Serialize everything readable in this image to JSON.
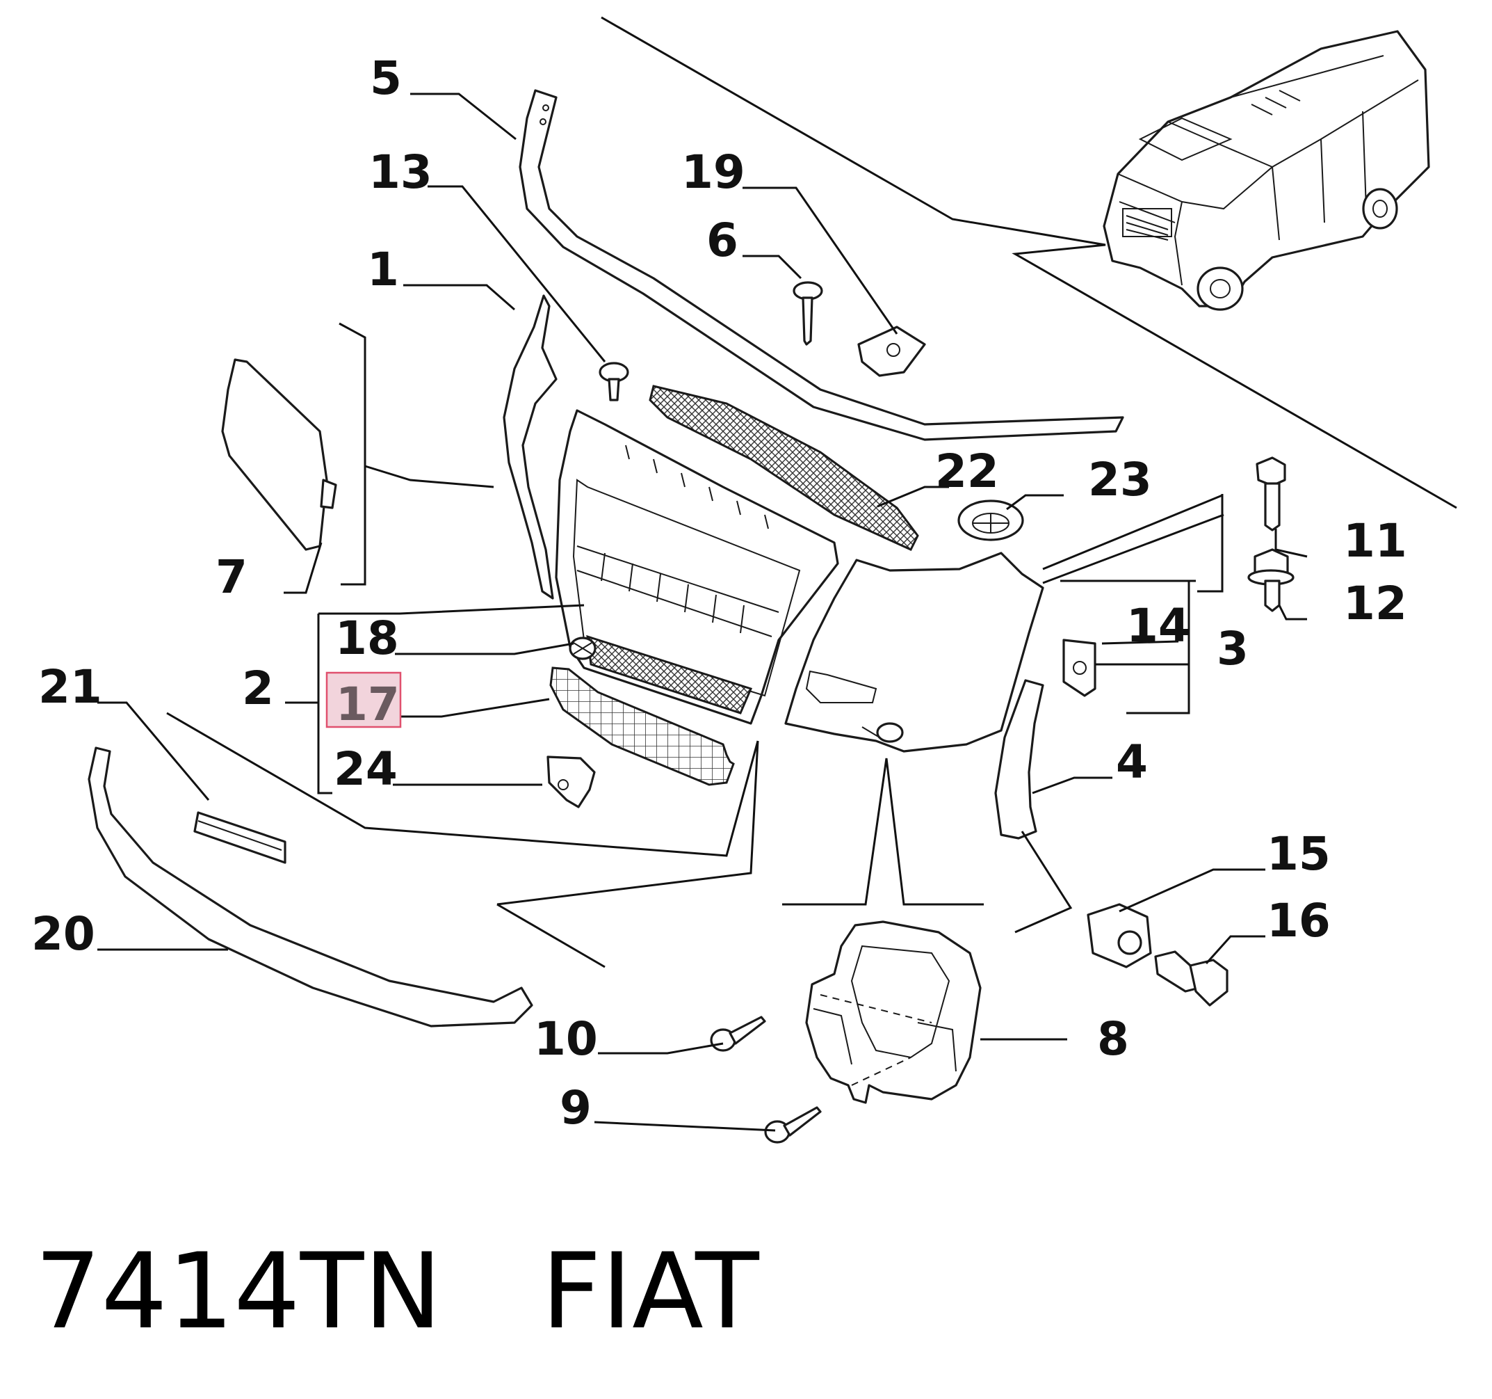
{
  "callouts": {
    "c1": "1",
    "c2": "2",
    "c3": "3",
    "c4": "4",
    "c5": "5",
    "c6": "6",
    "c7": "7",
    "c8": "8",
    "c9": "9",
    "c10": "10",
    "c11": "11",
    "c12": "12",
    "c13": "13",
    "c14": "14",
    "c15": "15",
    "c16": "16",
    "c17": "17",
    "c18": "18",
    "c19": "19",
    "c20": "20",
    "c21": "21",
    "c22": "22",
    "c23": "23",
    "c24": "24"
  },
  "highlighted_callout": "17",
  "highlight_color": "#f2d4dc",
  "highlight_border": "#e0506e",
  "footer": {
    "part_number": "7414TN",
    "brand": "FIAT"
  }
}
